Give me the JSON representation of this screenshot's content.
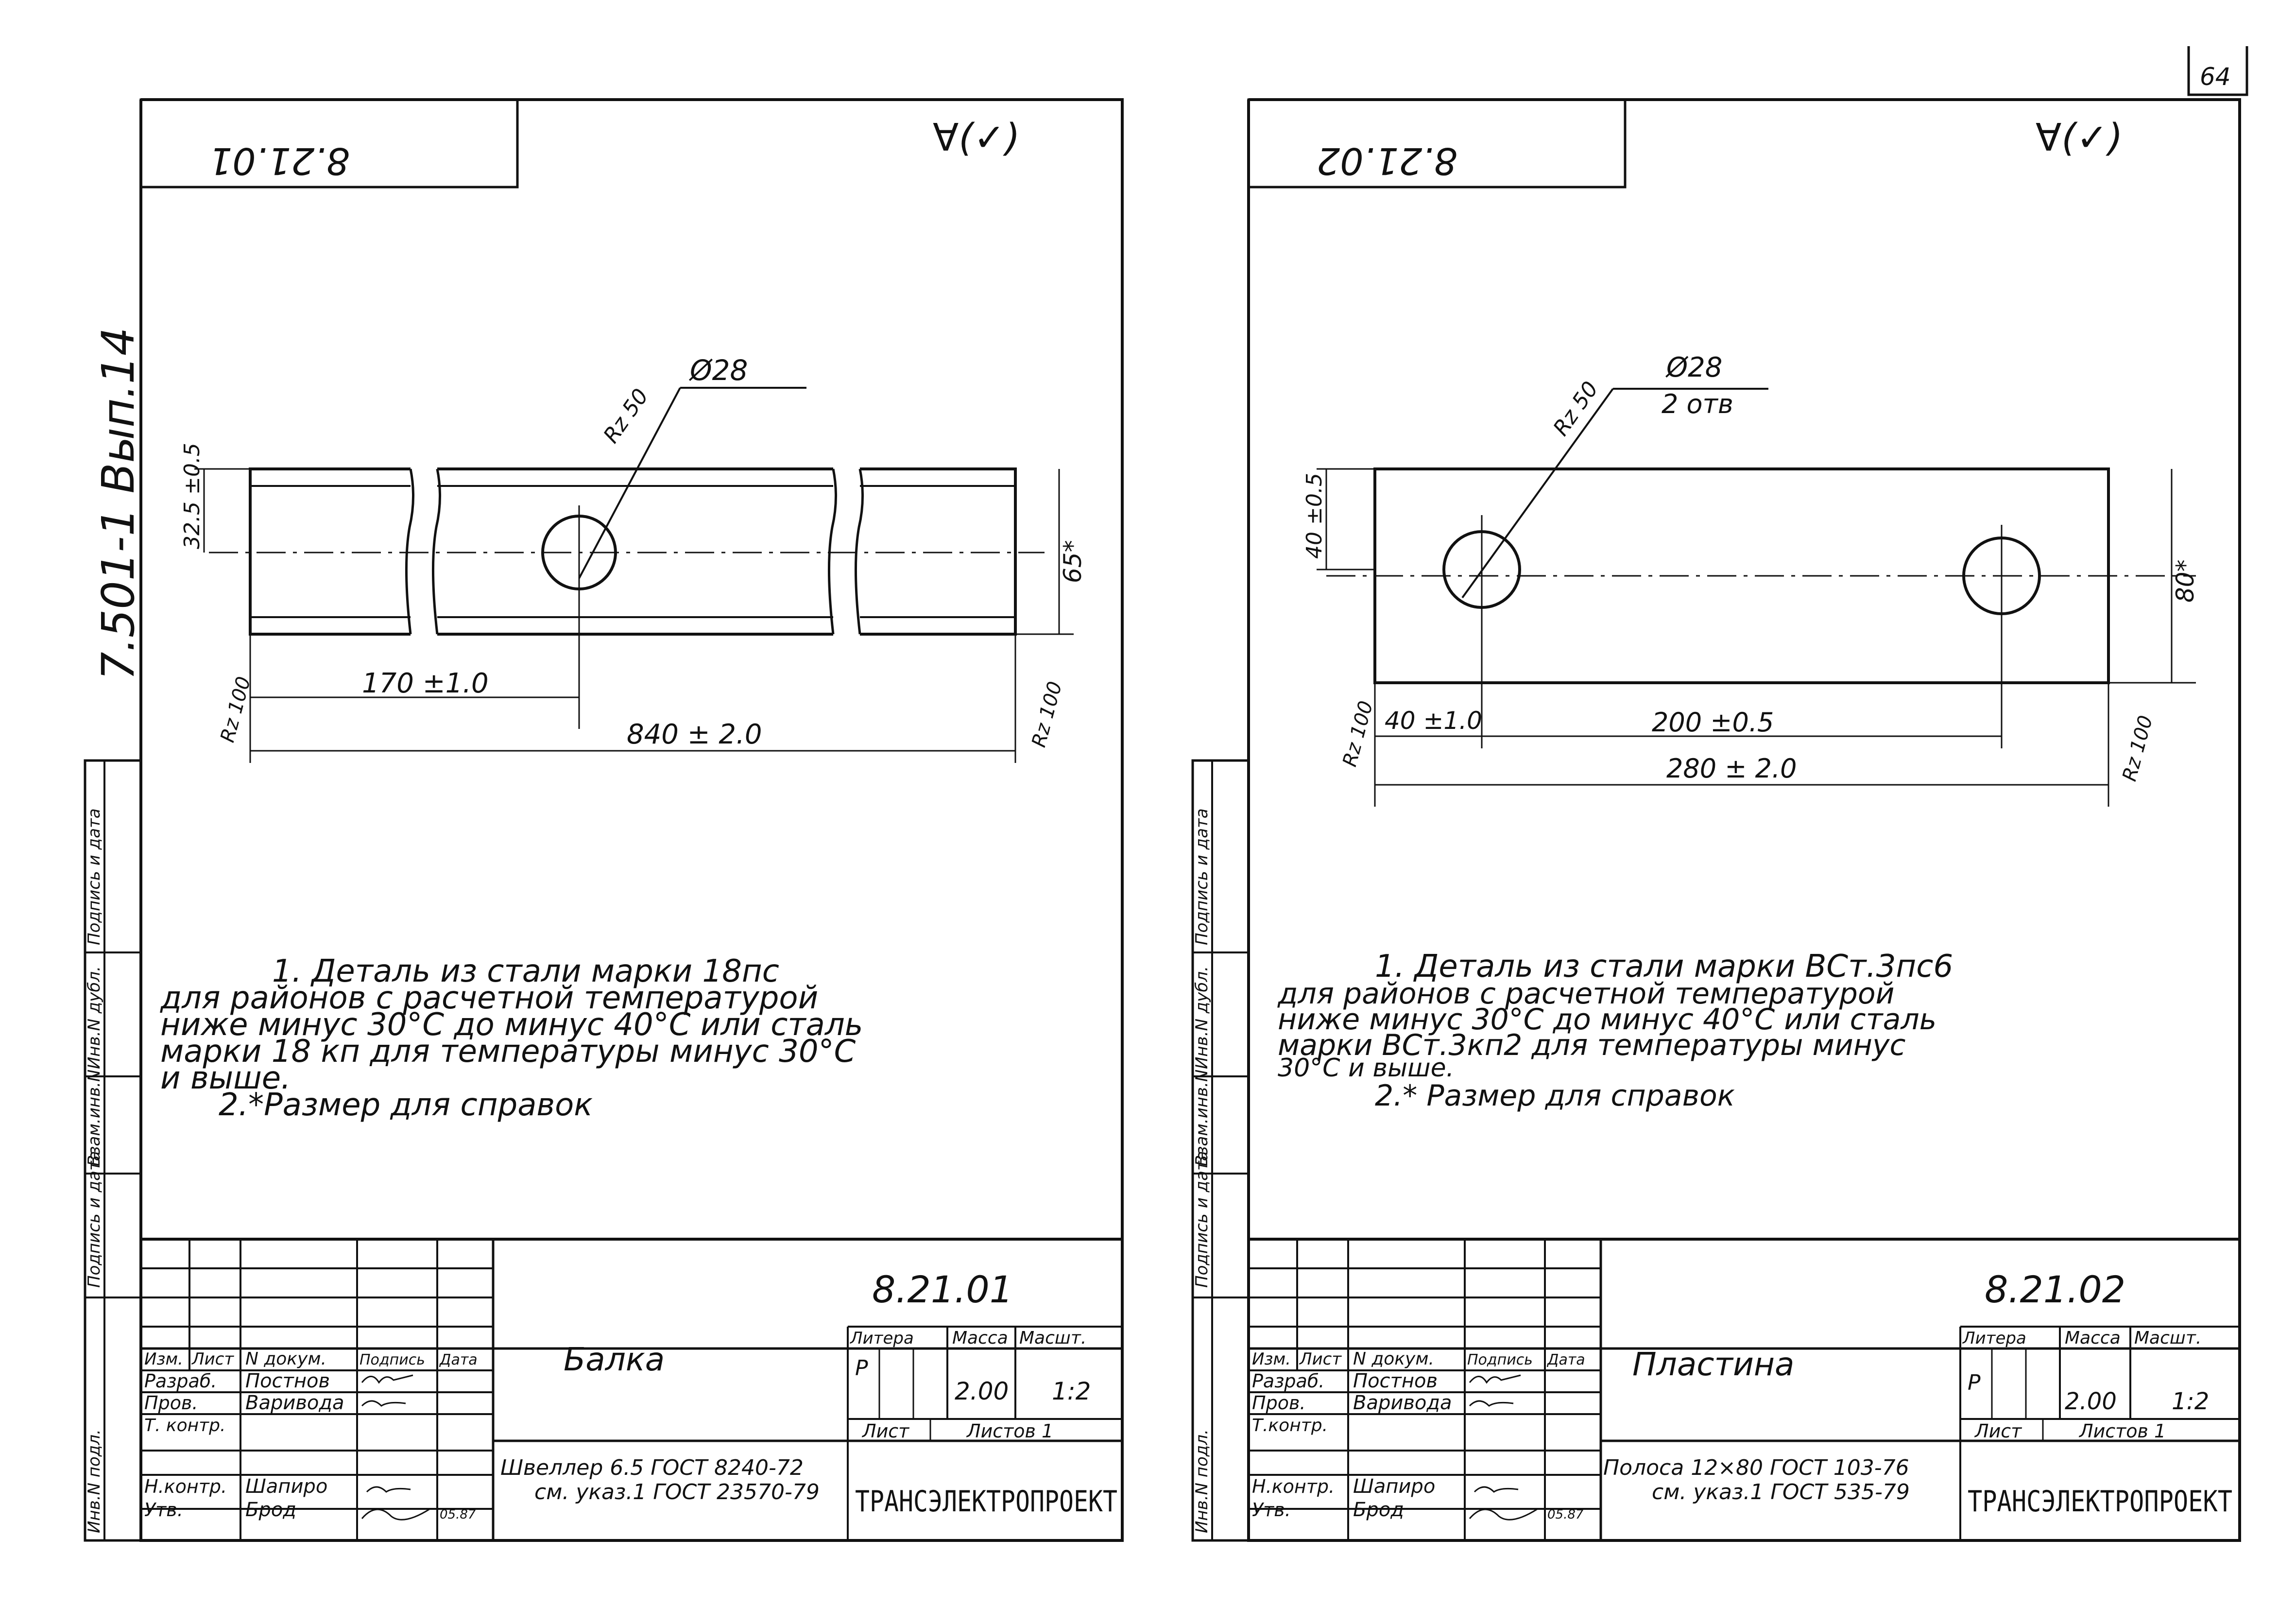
{
  "page_number": "64",
  "series_code": "7.501-1 Вып.14",
  "side_labels": [
    "Инв.N подл.",
    "Подпись и дата",
    "Взам.инв.N",
    "Инв.N дубл.",
    "Подпись и дата"
  ],
  "sheets": [
    {
      "code_mirrored": "8.21.01",
      "roughness": "∀(✓)",
      "dims": {
        "hole": "Ø28",
        "rz_hole": "Rz 50",
        "left_height": "32.5 ±0.5",
        "right_height": "65*",
        "edge_dist": "170 ±1.0",
        "length": "840 ± 2.0",
        "rz_left": "Rz 100",
        "rz_right": "Rz 100"
      },
      "notes": [
        "1. Деталь из стали марки   18пс",
        "для районов с расчетной температурой",
        "ниже минус 30°С до минус 40°С или сталь",
        "марки 18 кп для температуры минус 30°С",
        "и выше.",
        "2.*Размер для справок"
      ],
      "title_block": {
        "code": "8.21.01",
        "name": "Балка",
        "col_headers": [
          "Изм.",
          "Лист",
          "N докум.",
          "Подпись",
          "Дата"
        ],
        "roles": [
          "Разраб.",
          "Пров.",
          "Т. контр.",
          "",
          "Н.контр.",
          "Утв."
        ],
        "people": [
          "Постнов",
          "Варивода",
          "",
          "",
          "Шапиро",
          "Брод"
        ],
        "date": "05.87",
        "litera_label": "Литера",
        "mass_label": "Масса",
        "scale_label": "Масшт.",
        "litera": "Р",
        "mass": "2.00",
        "scale": "1:2",
        "sheet_label": "Лист",
        "sheets_label": "Листов 1",
        "material_line1": "Швеллер 6.5 ГОСТ 8240-72",
        "material_line2": "см. указ.1 ГОСТ 23570-79",
        "org": "ТРАНСЭЛЕКТРОПРОЕКТ"
      }
    },
    {
      "code_mirrored": "8.21.02",
      "roughness": "∀(✓)",
      "dims": {
        "hole": "Ø28",
        "holes_count": "2 отв",
        "rz_hole": "Rz 50",
        "left_height": "40 ±0.5",
        "right_height": "80*",
        "edge_dist": "40 ±1.0",
        "between": "200 ±0.5",
        "length": "280 ± 2.0",
        "rz_left": "Rz 100",
        "rz_right": "Rz 100"
      },
      "notes": [
        "1. Деталь из стали марки ВСт.3пс6",
        "для районов с расчетной температурой",
        "ниже минус 30°С до минус 40°С или сталь",
        "марки  ВСт.3кп2 для температуры минус",
        "30°С и выше.",
        "2.* Размер для справок"
      ],
      "title_block": {
        "code": "8.21.02",
        "name": "Пластина",
        "col_headers": [
          "Изм.",
          "Лист",
          "N докум.",
          "Подпись",
          "Дата"
        ],
        "roles": [
          "Разраб.",
          "Пров.",
          "Т.контр.",
          "",
          "Н.контр.",
          "Утв."
        ],
        "people": [
          "Постнов",
          "Варивода",
          "",
          "",
          "Шапиро",
          "Брод"
        ],
        "date": "05.87",
        "litera_label": "Литера",
        "mass_label": "Масса",
        "scale_label": "Масшт.",
        "litera": "Р",
        "mass": "2.00",
        "scale": "1:2",
        "sheet_label": "Лист",
        "sheets_label": "Листов 1",
        "material_line1": "Полоса 12×80 ГОСТ 103-76",
        "material_line2": "см. указ.1 ГОСТ 535-79",
        "org": "ТРАНСЭЛЕКТРОПРОЕКТ"
      }
    }
  ]
}
